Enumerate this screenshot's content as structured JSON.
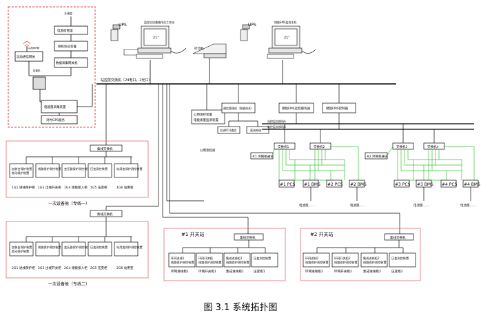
{
  "caption": "图 3.1 系统拓扑图",
  "colors": {
    "line": "#000000",
    "redDashed": "#e23c3c",
    "redBox": "#e26b6b",
    "green": "#36c236"
  },
  "top_left": {
    "remote": "远动通信网关",
    "port_label": "以太网IP网",
    "ant_label": "远端",
    "power_top": "主调度",
    "power_mgmt": "电源前管理",
    "station_ctrl": "联机协议装置",
    "data_server": "数据采集网关机",
    "telecom": "电能量采集装置",
    "switch_label": "前置机",
    "gps": "对时GPS服务",
    "side_note": "测控装置"
  },
  "ups1": "UPS",
  "ups2": "UPS",
  "ws1": "监控主机兼操作员工作站",
  "ws2": "储能EMS监控主机",
  "mon1": "21\"",
  "mon2": "21\"",
  "printer": "打印机",
  "bus_label": "站控层交换机（24电口，2光口）",
  "pub_meter": {
    "line1": "公用测控装置",
    "line2": "电能质量监测装置",
    "label": "公用测控屏"
  },
  "netdev": {
    "title": "通信管理机（智能网关）",
    "c1": "交流PCU通信",
    "c2": "直流系统"
  },
  "ems1": "储能EMS远程服务器",
  "ems2": "储能EMS控制器",
  "ring1": "站控层交换机A",
  "ring2": "站控层交换机B",
  "grpA": {
    "sw1": "交换机1",
    "sw2": "交换机2",
    "prot": "#1 环网柜通讯",
    "pcs1": "#1 PCS",
    "bms1": "#1 BMS",
    "pcs2": "#2 PCS",
    "bms2": "#2 BMS",
    "bat1": "电池簇……",
    "bat2": "电池簇……"
  },
  "grpB": {
    "sw1": "交换机3",
    "sw2": "交换机4",
    "prot": "#2 环网柜通讯",
    "pcs1": "#3 PCS",
    "bms1": "#3 BMS",
    "pcs2": "#4 PCS",
    "bms2": "#4 BMS",
    "bat1": "电池簇……",
    "bat2": "电池簇……"
  },
  "sec1": {
    "switch": "集线交换机",
    "label": "一次设备舱（专线一）",
    "boxes": [
      {
        "t": "加装台保护装置\n差动保护装置",
        "s": "1G1 进线保护柜"
      },
      {
        "t": "线路保护测控装置",
        "s": "1G3 出线开关柜"
      },
      {
        "t": "变压器保护测控装置",
        "s": "1G4 储能接入柜"
      },
      {
        "t": "压变测控装置",
        "s": "1G5 压变柜"
      },
      {
        "t": "站用变保护测控装置",
        "s": "1G6 站用变"
      }
    ]
  },
  "sec2": {
    "switch": "集线交换机",
    "label": "一次设备舱（专线二）",
    "boxes": [
      {
        "t": "加装台保护装置\n差动保护装置",
        "s": "2G1 进线保护柜"
      },
      {
        "t": "线路保护测控装置",
        "s": "2G3 出线开关柜"
      },
      {
        "t": "变压器保护测控装置",
        "s": "2G4 储能接入柜"
      },
      {
        "t": "压变测控装置",
        "s": "2G5 压变柜"
      },
      {
        "t": "站用变保护测控装置",
        "s": "2G6 站用变"
      }
    ]
  },
  "sw1": {
    "title": "#1 开关站",
    "switch": "集线交换机",
    "boxes": [
      {
        "t": "环网进线1\n线路保护测控装置",
        "s": "环网进线柜1"
      },
      {
        "t": "环网开关柜\n线路保护测控装置",
        "s": "环网开关柜1"
      },
      {
        "t": "集成进线柜1\n线路保护测控装置",
        "s": "集成进线柜1"
      },
      {
        "t": "压变测控装置",
        "s": "压变柜1"
      }
    ]
  },
  "sw2": {
    "title": "#2 开关站",
    "switch": "集线交换机",
    "boxes": [
      {
        "t": "环网进线2\n线路保护测控装置",
        "s": "环网进线柜2"
      },
      {
        "t": "环网开关柜2\n线路保护测控装置",
        "s": "环网开关柜2"
      },
      {
        "t": "集成进线柜2\n线路保护测控装置",
        "s": "集成进线柜2"
      },
      {
        "t": "压变测控装置",
        "s": "压变柜2"
      }
    ]
  }
}
